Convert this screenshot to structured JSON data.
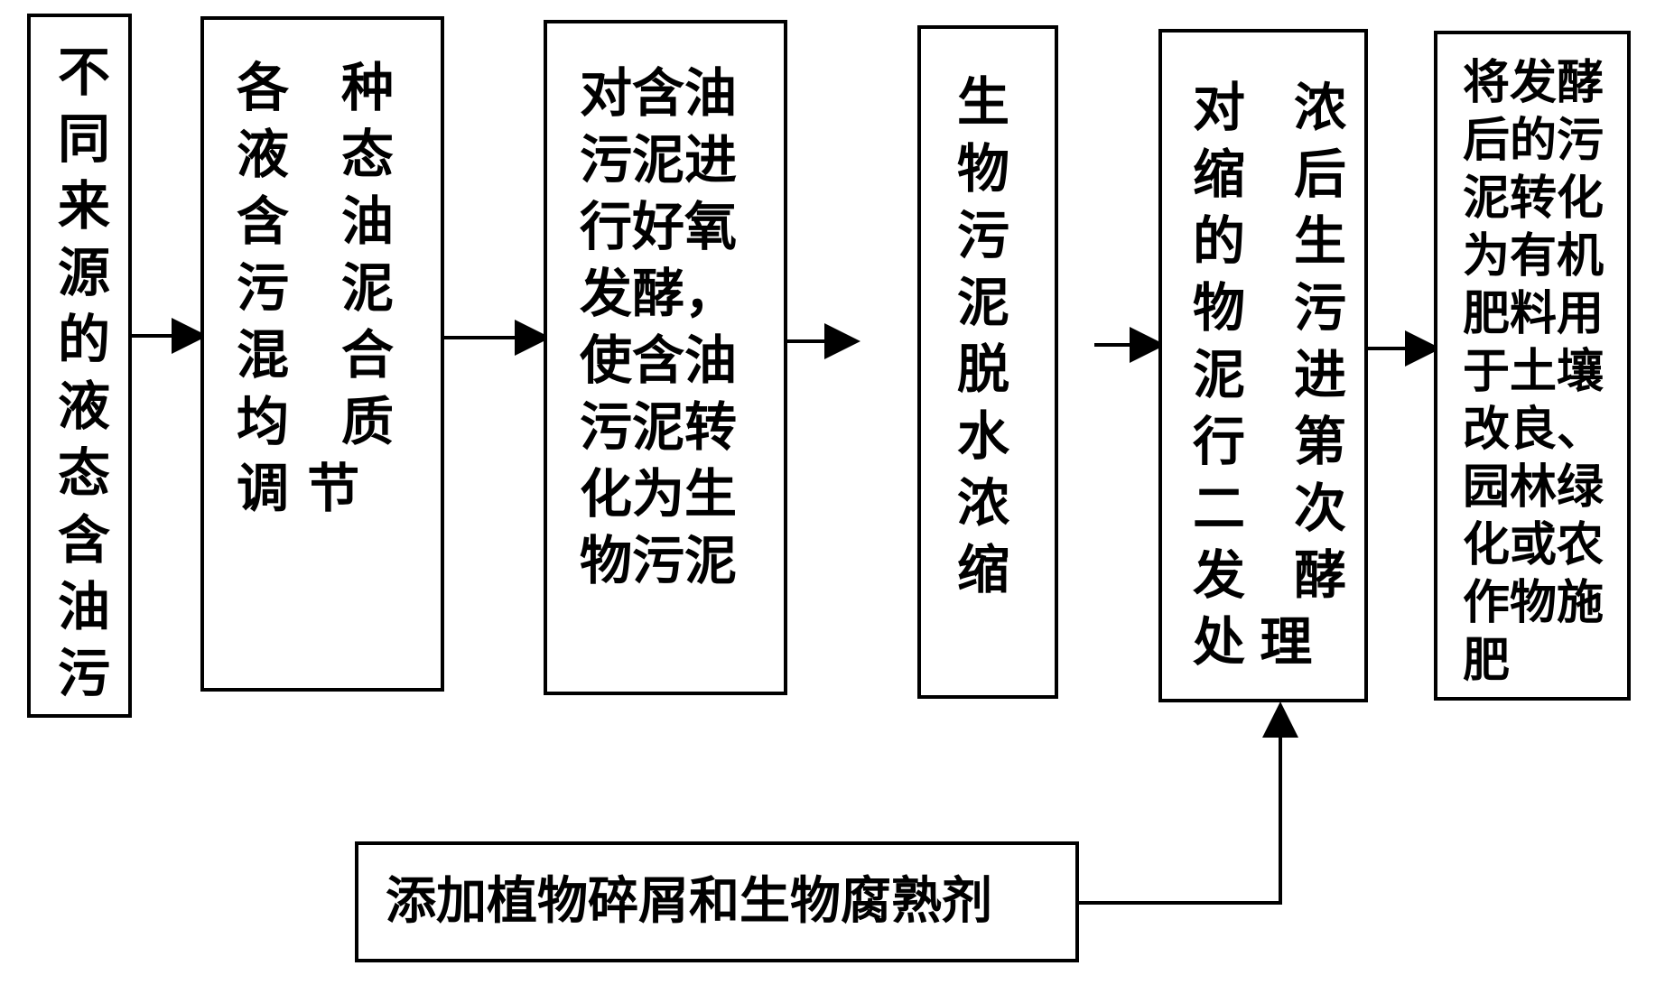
{
  "steps": [
    {
      "id": "source",
      "text": "不\n同\n来\n源\n的\n液\n态\n含\n油\n污"
    },
    {
      "id": "homogenize",
      "text": "各　种\n液　态\n含　油\n污　泥\n混　合\n均　质\n调 节"
    },
    {
      "id": "aerobic",
      "text": "对含油\n污泥进\n行好氧\n发酵，\n使含油\n污泥转\n化为生\n物污泥"
    },
    {
      "id": "dewater",
      "text": "生\n物\n污\n泥\n脱\n水\n浓\n缩"
    },
    {
      "id": "secondary",
      "text": "对　浓\n缩　后\n的　生\n物　污\n泥　进\n行　第\n二　次\n发　酵\n处 理"
    },
    {
      "id": "fertilizer",
      "text": "将发酵\n后的污\n泥转化\n为有机\n肥料用\n于土壤\n改良、\n园林绿\n化或农\n作物施\n肥"
    }
  ],
  "additive": {
    "text": "添加植物碎屑和生物腐熟剂"
  }
}
